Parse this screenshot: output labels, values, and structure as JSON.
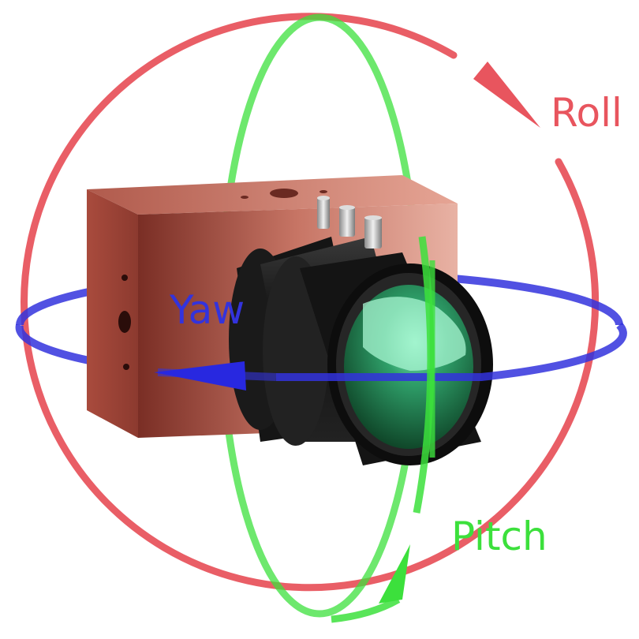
{
  "labels": {
    "roll": "Roll",
    "pitch": "Pitch",
    "yaw": "Yaw"
  },
  "colors": {
    "roll": "#e8555e",
    "pitch": "#3ce03c",
    "yaw": "#3333dd",
    "camera_body": "#c26a5a",
    "lens": "#1a1a1a",
    "lens_glass": "#1f7a3a"
  },
  "icons": [
    "roll-rotation-ring",
    "pitch-rotation-ring",
    "yaw-rotation-ring",
    "camera-body",
    "camera-lens"
  ]
}
